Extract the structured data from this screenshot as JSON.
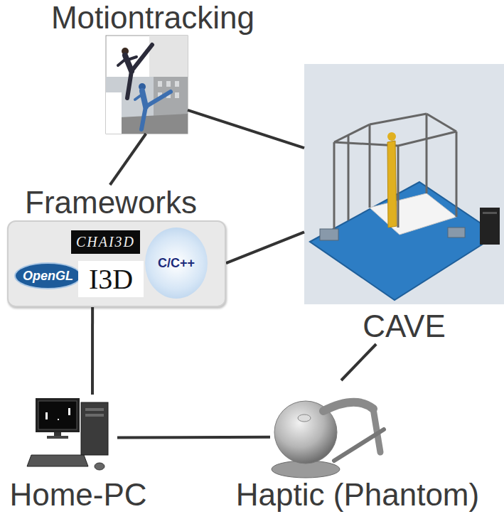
{
  "diagram": {
    "nodes": [
      {
        "text": [
          "Motiontracking"
        ]
      },
      {
        "text": [
          "Frameworks"
        ]
      },
      {
        "text": [
          "CHAI3D"
        ],
        "in": 1
      },
      {
        "text": [
          "OpenGL"
        ],
        "in": 1
      },
      {
        "text": [
          "I3D"
        ],
        "in": 1
      },
      {
        "text": [
          "C/C++"
        ],
        "in": 1
      },
      {
        "text": [
          "CAVE"
        ]
      },
      {
        "text": [
          "Home-PC"
        ]
      },
      {
        "text": [
          "Haptic (Phantom)"
        ]
      }
    ],
    "edges": [
      {
        "from": 0,
        "to": 1,
        "arrow": "none"
      },
      {
        "from": 0,
        "to": 6,
        "arrow": "none"
      },
      {
        "from": 1,
        "to": 6,
        "arrow": "none"
      },
      {
        "from": 1,
        "to": 7,
        "arrow": "none"
      },
      {
        "from": 7,
        "to": 8,
        "arrow": "none"
      },
      {
        "from": 6,
        "to": 8,
        "arrow": "none"
      }
    ]
  }
}
